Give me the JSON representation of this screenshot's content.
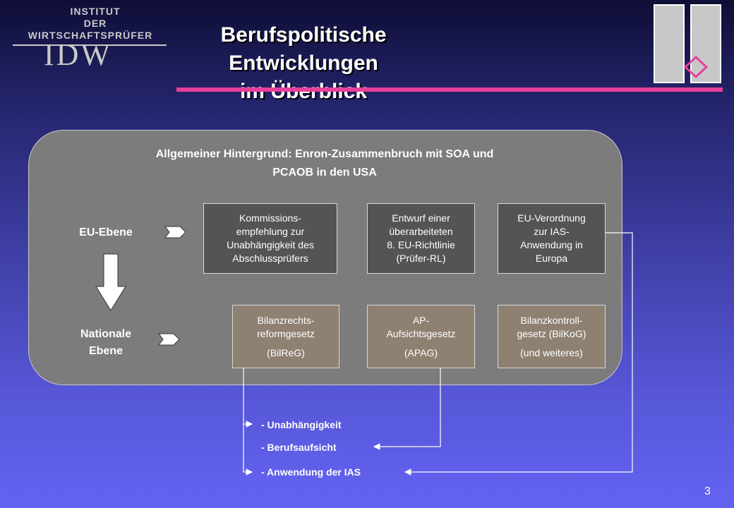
{
  "logo": {
    "line1": "INSTITUT",
    "line2": "DER",
    "line3": "WIRTSCHAFTSPRÜFER",
    "mark": "IDW"
  },
  "title": {
    "line1": "Berufspolitische Entwicklungen",
    "line2": "im Überblick"
  },
  "background_heading": {
    "line1": "Allgemeiner Hintergrund: Enron-Zusammenbruch mit SOA und",
    "line2": "PCAOB in den USA"
  },
  "levels": {
    "eu": "EU-Ebene",
    "national_line1": "Nationale",
    "national_line2": "Ebene"
  },
  "eu_boxes": [
    {
      "lines": [
        "Kommissions-",
        "empfehlung zur",
        "Unabhängigkeit des",
        "Abschlussprüfers"
      ]
    },
    {
      "lines": [
        "Entwurf einer",
        "überarbeiteten",
        "8. EU-Richtlinie",
        "(Prüfer-RL)"
      ]
    },
    {
      "lines": [
        "EU-Verordnung",
        "zur IAS-",
        "Anwendung in",
        "Europa"
      ]
    }
  ],
  "national_boxes": [
    {
      "lines": [
        "Bilanzrechts-",
        "reformgesetz"
      ],
      "abbr": "(BilReG)"
    },
    {
      "lines": [
        "AP-",
        "Aufsichtsgesetz"
      ],
      "abbr": "(APAG)"
    },
    {
      "lines": [
        "Bilanzkontroll-",
        "gesetz (BilKoG)"
      ],
      "abbr": "(und weiteres)"
    }
  ],
  "outcomes": [
    "- Unabhängigkeit",
    "- Berufsaufsicht",
    "- Anwendung der IAS"
  ],
  "page_number": "3",
  "colors": {
    "accent_pink": "#e8409a",
    "panel_gray": "#7c7c7c",
    "eu_box": "#545454",
    "national_box": "#8e8172"
  }
}
